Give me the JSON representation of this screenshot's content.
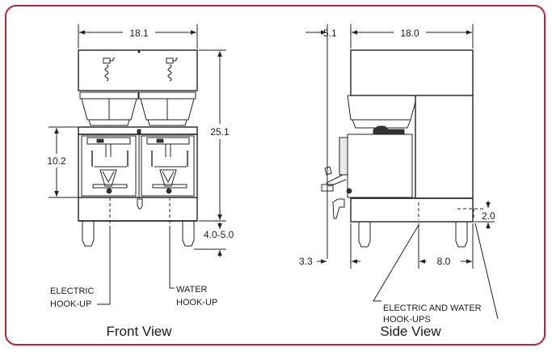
{
  "colors": {
    "frame_border": "#b5263b",
    "line": "#222222",
    "shade": "#e9e9e9"
  },
  "front_view": {
    "title": "Front View",
    "dim_width": "18.1",
    "dim_height": "25.1",
    "dim_side": "10.2",
    "dim_clearance": "4.0-5.0",
    "label_electric_line1": "ELECTRIC",
    "label_electric_line2": "HOOK-UP",
    "label_water_line1": "WATER",
    "label_water_line2": "HOOK-UP"
  },
  "side_view": {
    "title": "Side View",
    "dim_offset": "5.1",
    "dim_depth": "18.0",
    "dim_hookup_height": "2.0",
    "dim_faucet": "3.3",
    "dim_rear": "8.0",
    "label_hookups_line1": "ELECTRIC AND WATER",
    "label_hookups_line2": "HOOK-UPS"
  }
}
